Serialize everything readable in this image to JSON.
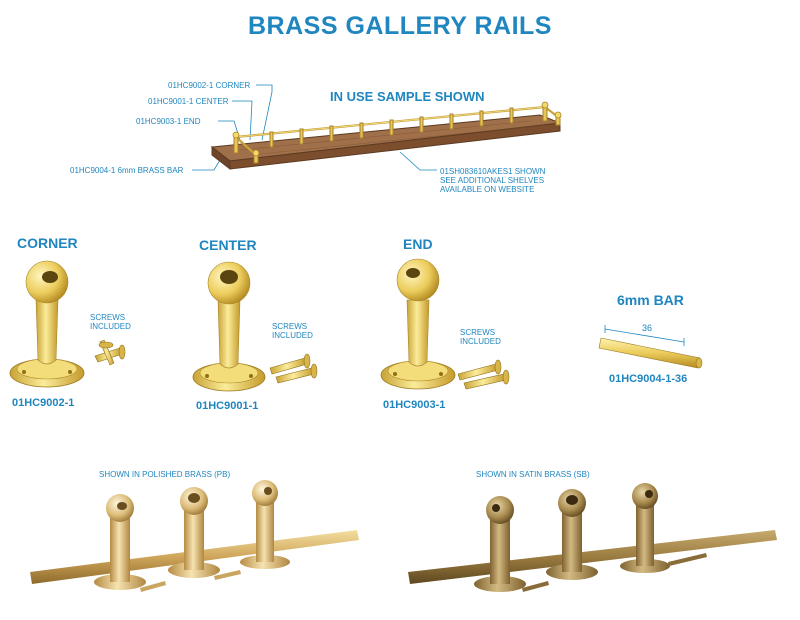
{
  "title": "BRASS GALLERY RAILS",
  "sample": {
    "heading": "IN USE SAMPLE SHOWN",
    "callouts": {
      "corner": "01HC9002-1 CORNER",
      "center": "01HC9001-1 CENTER",
      "end": "01HC9003-1 END",
      "bar": "01HC9004-1 6mm BRASS BAR",
      "shelf_line1": "01SH083610AKES1 SHOWN",
      "shelf_line2": "SEE ADDITIONAL SHELVES",
      "shelf_line3": "AVAILABLE ON WEBSITE"
    }
  },
  "parts": [
    {
      "name": "CORNER",
      "code": "01HC9002-1",
      "screws1": "SCREWS",
      "screws2": "INCLUDED"
    },
    {
      "name": "CENTER",
      "code": "01HC9001-1",
      "screws1": "SCREWS",
      "screws2": "INCLUDED"
    },
    {
      "name": "END",
      "code": "01HC9003-1",
      "screws1": "SCREWS",
      "screws2": "INCLUDED"
    },
    {
      "name": "6mm BAR",
      "code": "01HC9004-1-36",
      "dimension": "36"
    }
  ],
  "finishes": {
    "polished": "SHOWN IN POLISHED BRASS (PB)",
    "satin": "SHOWN IN SATIN BRASS (SB)"
  },
  "colors": {
    "accent": "#1f86c0",
    "brass": "#f0d060",
    "polished_brass": "#d8b560",
    "satin_brass": "#a6874a",
    "wood": "#8a5a36"
  }
}
